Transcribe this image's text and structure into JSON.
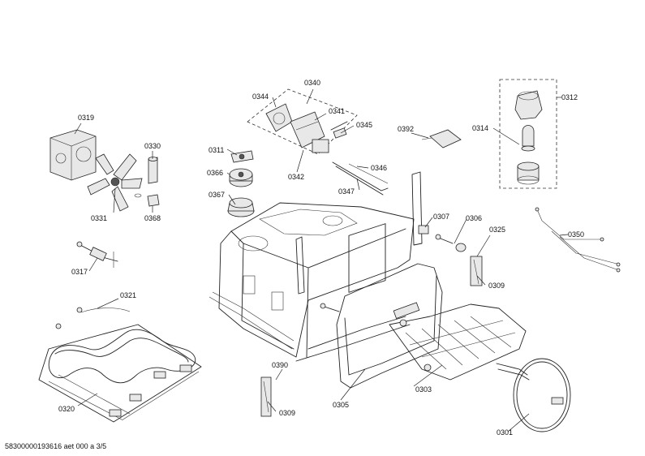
{
  "labels": {
    "l0301": "0301",
    "l0303": "0303",
    "l0305": "0305",
    "l0306": "0306",
    "l0307": "0307",
    "l0309a": "0309",
    "l0309b": "0309",
    "l0311": "0311",
    "l0312": "0312",
    "l0314": "0314",
    "l0317": "0317",
    "l0319": "0319",
    "l0320": "0320",
    "l0321": "0321",
    "l0325": "0325",
    "l0330": "0330",
    "l0331": "0331",
    "l0340": "0340",
    "l0341": "0341",
    "l0342": "0342",
    "l0344": "0344",
    "l0345": "0345",
    "l0346": "0346",
    "l0347": "0347",
    "l0350": "0350",
    "l0366": "0366",
    "l0367": "0367",
    "l0368": "0368",
    "l0390": "0390",
    "l0392": "0392"
  },
  "footer": "58300000193616 aet 000 a 3/5"
}
